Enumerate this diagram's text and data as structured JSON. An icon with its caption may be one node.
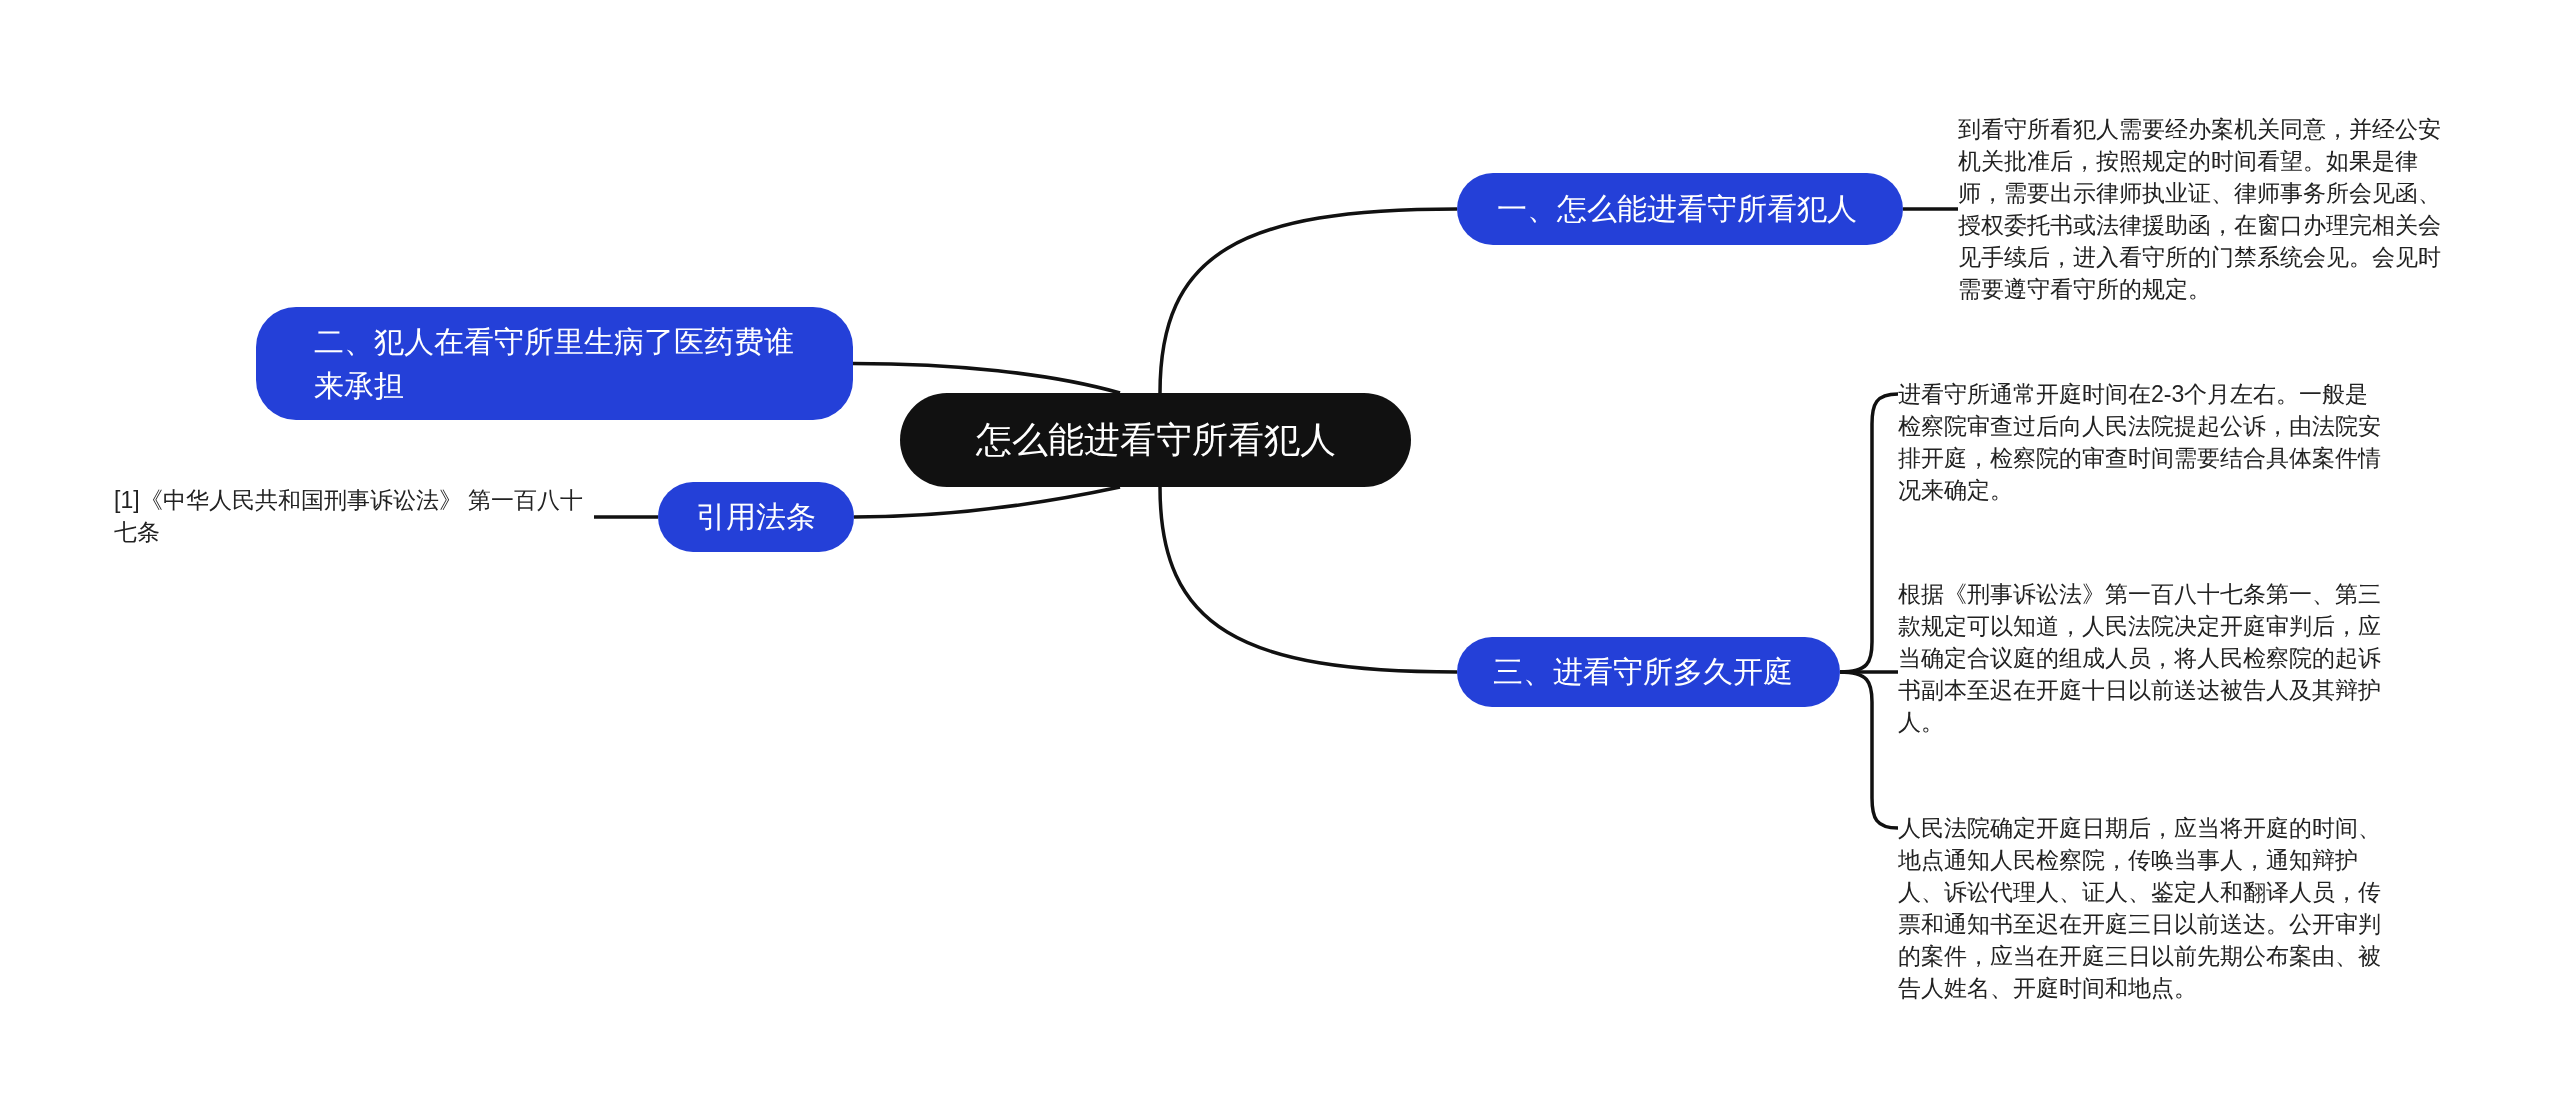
{
  "diagram": {
    "nodes": [
      {
        "text": [
          "怎么能进看守所看犯人"
        ]
      },
      {
        "text": [
          "一、怎么能进看守所看犯人"
        ]
      },
      {
        "text": [
          "到看守所看犯人需要经办案机关同意，并经公安机关批准后，按照规定的时间看望。如果是律师，需要出示律师执业证、律师事务所会见函、授权委托书或法律援助函，在窗口办理完相关会见手续后，进入看守所的门禁系统会见。会见时需要遵守看守所的规定。"
        ]
      },
      {
        "text": [
          "二、犯人在看守所里生病了医药费谁来承担"
        ]
      },
      {
        "text": [
          "引用法条"
        ]
      },
      {
        "text": [
          "[1]《中华人民共和国刑事诉讼法》 第一百八十七条"
        ]
      },
      {
        "text": [
          "三、进看守所多久开庭"
        ]
      },
      {
        "text": [
          "进看守所通常开庭时间在2-3个月左右。一般是检察院审查过后向人民法院提起公诉，由法院安排开庭，检察院的审查时间需要结合具体案件情况来确定。"
        ]
      },
      {
        "text": [
          "根据《刑事诉讼法》第一百八十七条第一、第三款规定可以知道，人民法院决定开庭审判后，应当确定合议庭的组成人员，将人民检察院的起诉书副本至迟在开庭十日以前送达被告人及其辩护人。"
        ]
      },
      {
        "text": [
          "人民法院确定开庭日期后，应当将开庭的时间、地点通知人民检察院，传唤当事人，通知辩护人、诉讼代理人、证人、鉴定人和翻译人员，传票和通知书至迟在开庭三日以前送达。公开审判的案件，应当在开庭三日以前先期公布案由、被告人姓名、开庭时间和地点。"
        ]
      }
    ],
    "edges": [
      {
        "from": 0,
        "to": 1,
        "arrow": "none"
      },
      {
        "from": 1,
        "to": 2,
        "arrow": "none"
      },
      {
        "from": 0,
        "to": 3,
        "arrow": "none"
      },
      {
        "from": 0,
        "to": 4,
        "arrow": "none"
      },
      {
        "from": 4,
        "to": 5,
        "arrow": "none"
      },
      {
        "from": 0,
        "to": 6,
        "arrow": "none"
      },
      {
        "from": 6,
        "to": 7,
        "arrow": "none"
      },
      {
        "from": 6,
        "to": 8,
        "arrow": "none"
      },
      {
        "from": 6,
        "to": 9,
        "arrow": "none"
      }
    ]
  }
}
